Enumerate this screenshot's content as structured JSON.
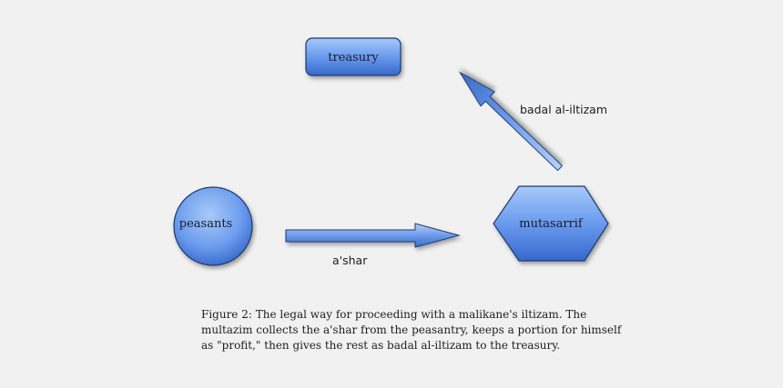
{
  "diagram": {
    "nodes": {
      "treasury": {
        "label": "treasury",
        "shape": "rounded-rectangle"
      },
      "peasants": {
        "label": "peasants",
        "shape": "circle"
      },
      "mutasarrif": {
        "label": "mutasarrif",
        "shape": "hexagon"
      }
    },
    "edges": {
      "ashar": {
        "from": "peasants",
        "to": "mutasarrif",
        "label": "a'shar"
      },
      "badal": {
        "from": "mutasarrif",
        "to": "treasury",
        "label": "badal al-iltizam"
      }
    },
    "colors": {
      "node_fill_light": "#9cc1f4",
      "node_fill_dark": "#3b73d6",
      "node_stroke": "#1f3a70",
      "background": "#f1f1f1"
    }
  },
  "caption": {
    "line1": "Figure 2: The legal way for proceeding with a malikane's iltizam. The",
    "line2": "multazim collects the a'shar from the peasantry, keeps a portion for himself",
    "line3": "as \"profit,\" then gives the rest as badal al-iltizam to the treasury."
  }
}
